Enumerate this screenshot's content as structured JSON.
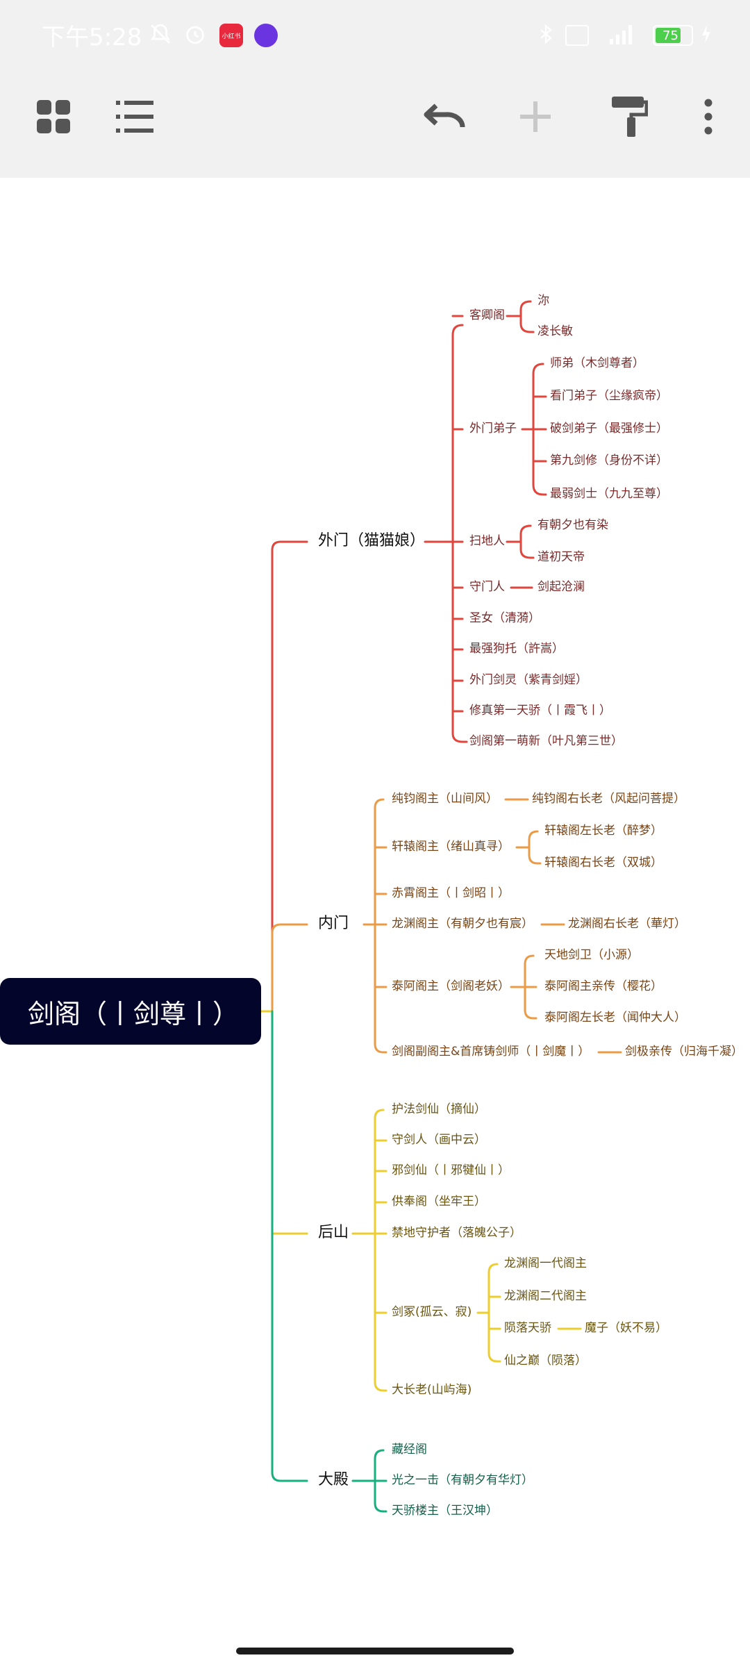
{
  "status_bar": {
    "time": "下午5:28",
    "app_badge_text": "小红书",
    "battery": "75"
  },
  "colors": {
    "red": "#e2453c",
    "orange": "#eb9a46",
    "yellow": "#eccd2e",
    "green": "#16b07c",
    "root_bg": "#04052a"
  },
  "toolbar": {
    "icons": [
      "grid-icon",
      "list-icon",
      "undo-icon",
      "add-icon",
      "format-painter-icon",
      "more-icon"
    ]
  },
  "root": {
    "label": "剑阁（丨剑尊丨）"
  },
  "branches": {
    "waimen": {
      "label": "外门（猫猫娘）",
      "children": {
        "keqingge": {
          "label": "客卿阁",
          "children": [
            "沵",
            "凌长敏"
          ]
        },
        "waimendizi": {
          "label": "外门弟子",
          "children": [
            "师弟（木剑尊者）",
            "看门弟子（尘缘疯帝）",
            "破剑弟子（最强修士）",
            "第九剑修（身份不详）",
            "最弱剑士（九九至尊）"
          ]
        },
        "saodiren": {
          "label": "扫地人",
          "children": [
            "有朝夕也有染",
            "道初天帝"
          ]
        },
        "shoumenren": {
          "label": "守门人",
          "children": [
            "剑起沧澜"
          ]
        },
        "others": [
          "圣女（清漪）",
          "最强狗托（許嵩）",
          "外门剑灵（紫青剑婬）",
          "修真第一天骄（丨霞飞丨）",
          "剑阁第一萌新（叶凡第三世）"
        ]
      }
    },
    "neimen": {
      "label": "内门",
      "children": {
        "chunjun": {
          "label": "纯钧阁主（山间风）",
          "children": [
            "纯钧阁右长老（风起问菩提）"
          ]
        },
        "xuanyuan": {
          "label": "轩辕阁主（绪山真寻）",
          "children": [
            "轩辕阁左长老（醉梦）",
            "轩辕阁右长老（双城）"
          ]
        },
        "chixiao": {
          "label": "赤霄阁主（丨剑昭丨）"
        },
        "longyuan": {
          "label": "龙渊阁主（有朝夕也有宸）",
          "children": [
            "龙渊阁右长老（華灯）"
          ]
        },
        "taie": {
          "label": "泰阿阁主（剑阁老妖）",
          "children": [
            "天地剑卫（小源）",
            "泰阿阁主亲传（樱花）",
            "泰阿阁左长老（闻仲大人）"
          ]
        },
        "fugezhu": {
          "label": "剑阁副阁主&首席铸剑师（丨剑魔丨）",
          "children": [
            "剑极亲传（归海千凝）"
          ]
        }
      }
    },
    "houshan": {
      "label": "后山",
      "children": {
        "items": [
          "护法剑仙（摘仙）",
          "守剑人（画中云）",
          "邪剑仙（丨邪犍仙丨）",
          "供奉阁（坐牢王）",
          "禁地守护者（落魄公子）"
        ],
        "jianzhong": {
          "label": "剑冢(孤云、寂)",
          "children": {
            "a": "龙渊阁一代阁主",
            "b": "龙渊阁二代阁主",
            "c": {
              "label": "陨落天骄",
              "children": [
                "魔子（妖不易）"
              ]
            },
            "d": "仙之巅（陨落）"
          }
        },
        "dazhanglao": "大长老(山屿海)"
      }
    },
    "dadian": {
      "label": "大殿",
      "children": [
        "藏经阁",
        "光之一击（有朝夕有华灯）",
        "天骄楼主（王汉坤）"
      ]
    }
  }
}
